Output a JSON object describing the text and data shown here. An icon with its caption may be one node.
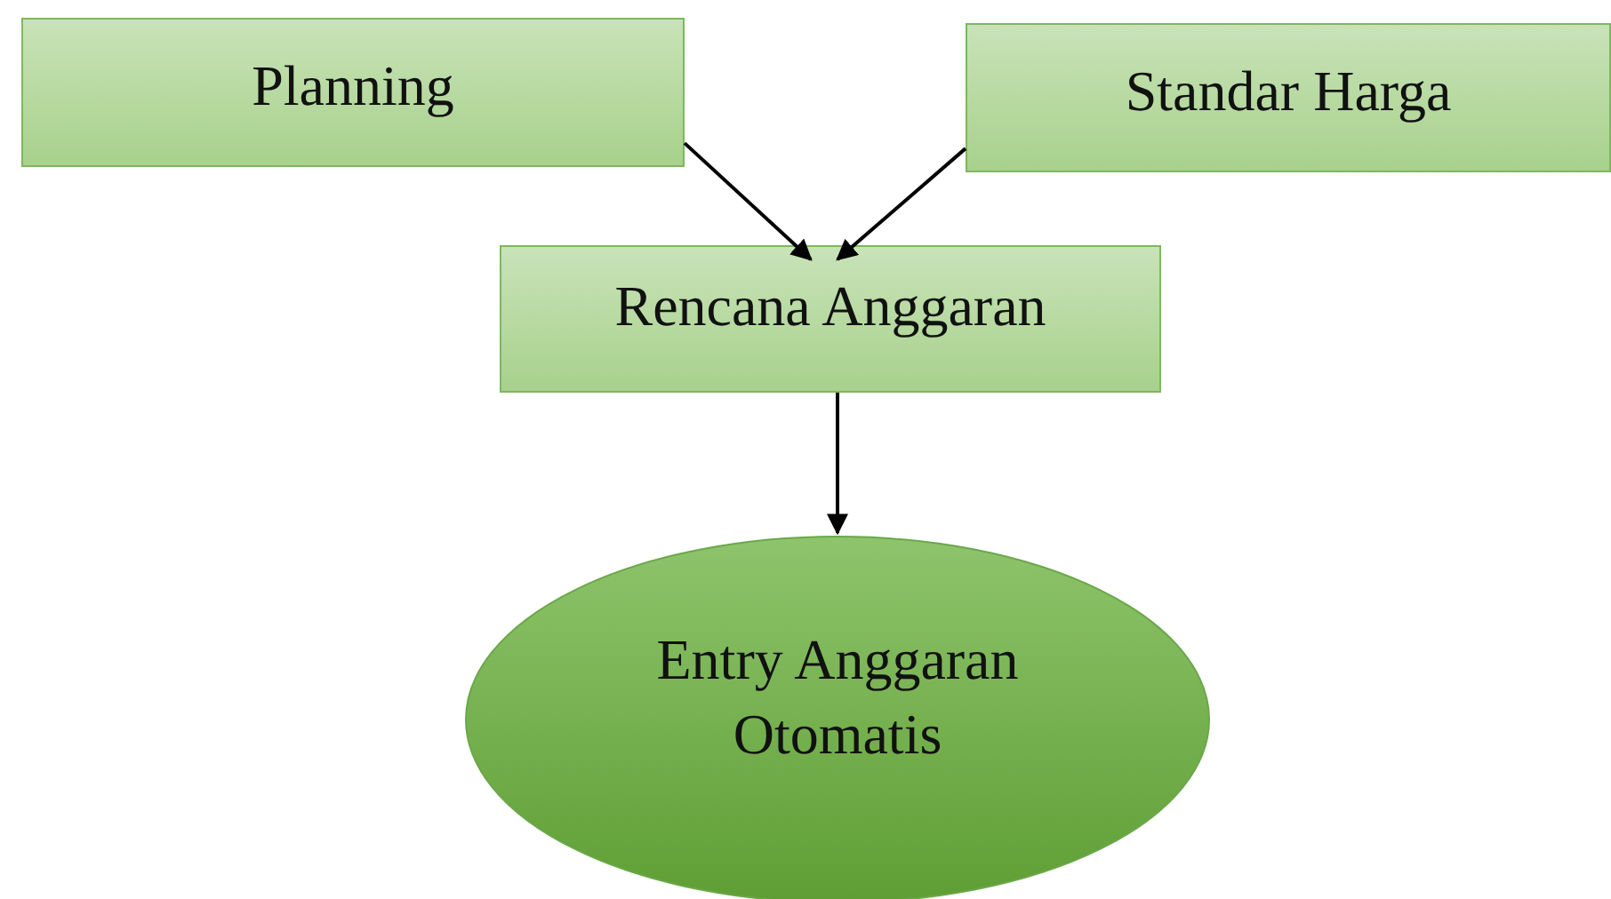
{
  "diagram": {
    "nodes": [
      {
        "text": [
          "Planning"
        ]
      },
      {
        "text": [
          "Standar Harga"
        ]
      },
      {
        "text": [
          "Rencana Anggaran"
        ]
      },
      {
        "text": [
          "Entry Anggaran Otomatis"
        ]
      }
    ],
    "edges": [
      {
        "from": 0,
        "to": 2,
        "arrow": "to"
      },
      {
        "from": 1,
        "to": 2,
        "arrow": "to"
      },
      {
        "from": 2,
        "to": 3,
        "arrow": "to"
      }
    ]
  }
}
